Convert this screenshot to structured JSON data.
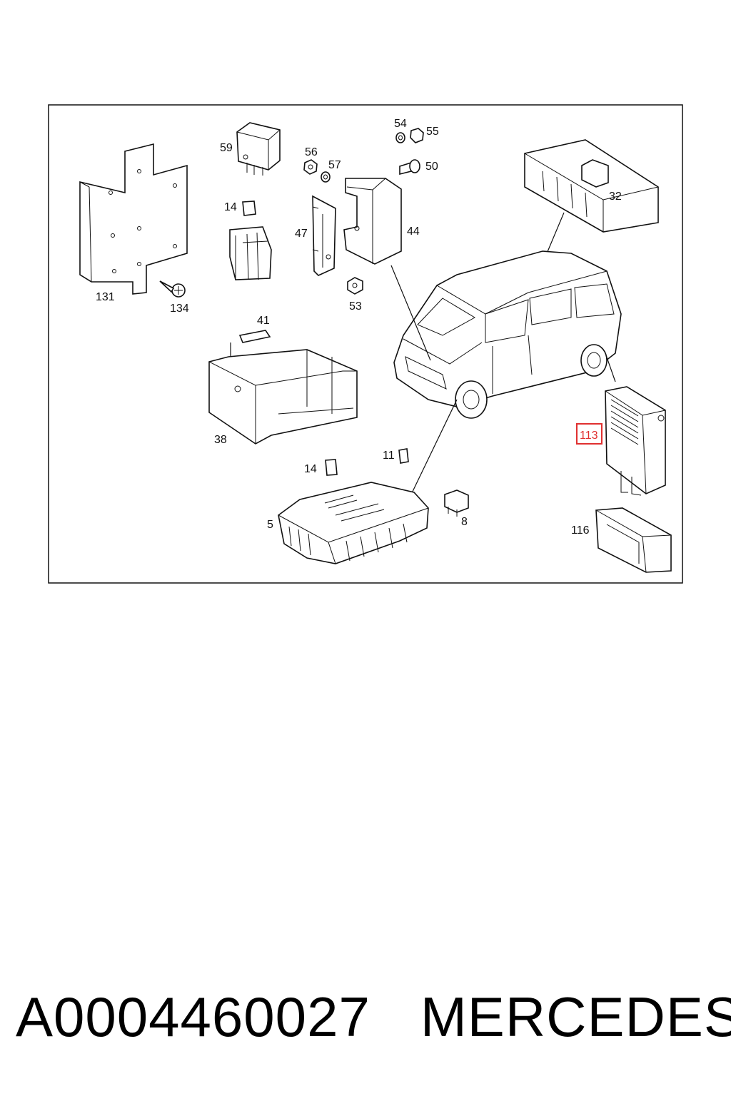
{
  "diagram": {
    "callouts": [
      {
        "id": "131",
        "text": "131"
      },
      {
        "id": "134",
        "text": "134"
      },
      {
        "id": "59",
        "text": "59"
      },
      {
        "id": "14a",
        "text": "14"
      },
      {
        "id": "56",
        "text": "56"
      },
      {
        "id": "57",
        "text": "57"
      },
      {
        "id": "47",
        "text": "47"
      },
      {
        "id": "54",
        "text": "54"
      },
      {
        "id": "55",
        "text": "55"
      },
      {
        "id": "50",
        "text": "50"
      },
      {
        "id": "44",
        "text": "44"
      },
      {
        "id": "53",
        "text": "53"
      },
      {
        "id": "32",
        "text": "32"
      },
      {
        "id": "41",
        "text": "41"
      },
      {
        "id": "38",
        "text": "38"
      },
      {
        "id": "11",
        "text": "11"
      },
      {
        "id": "14b",
        "text": "14"
      },
      {
        "id": "5",
        "text": "5"
      },
      {
        "id": "8",
        "text": "8"
      },
      {
        "id": "113",
        "text": "113"
      },
      {
        "id": "116",
        "text": "116"
      }
    ],
    "highlighted_callout": "113",
    "highlight_color": "#e03030"
  },
  "caption": {
    "part_number": "A0004460027",
    "brand": "MERCEDES"
  }
}
